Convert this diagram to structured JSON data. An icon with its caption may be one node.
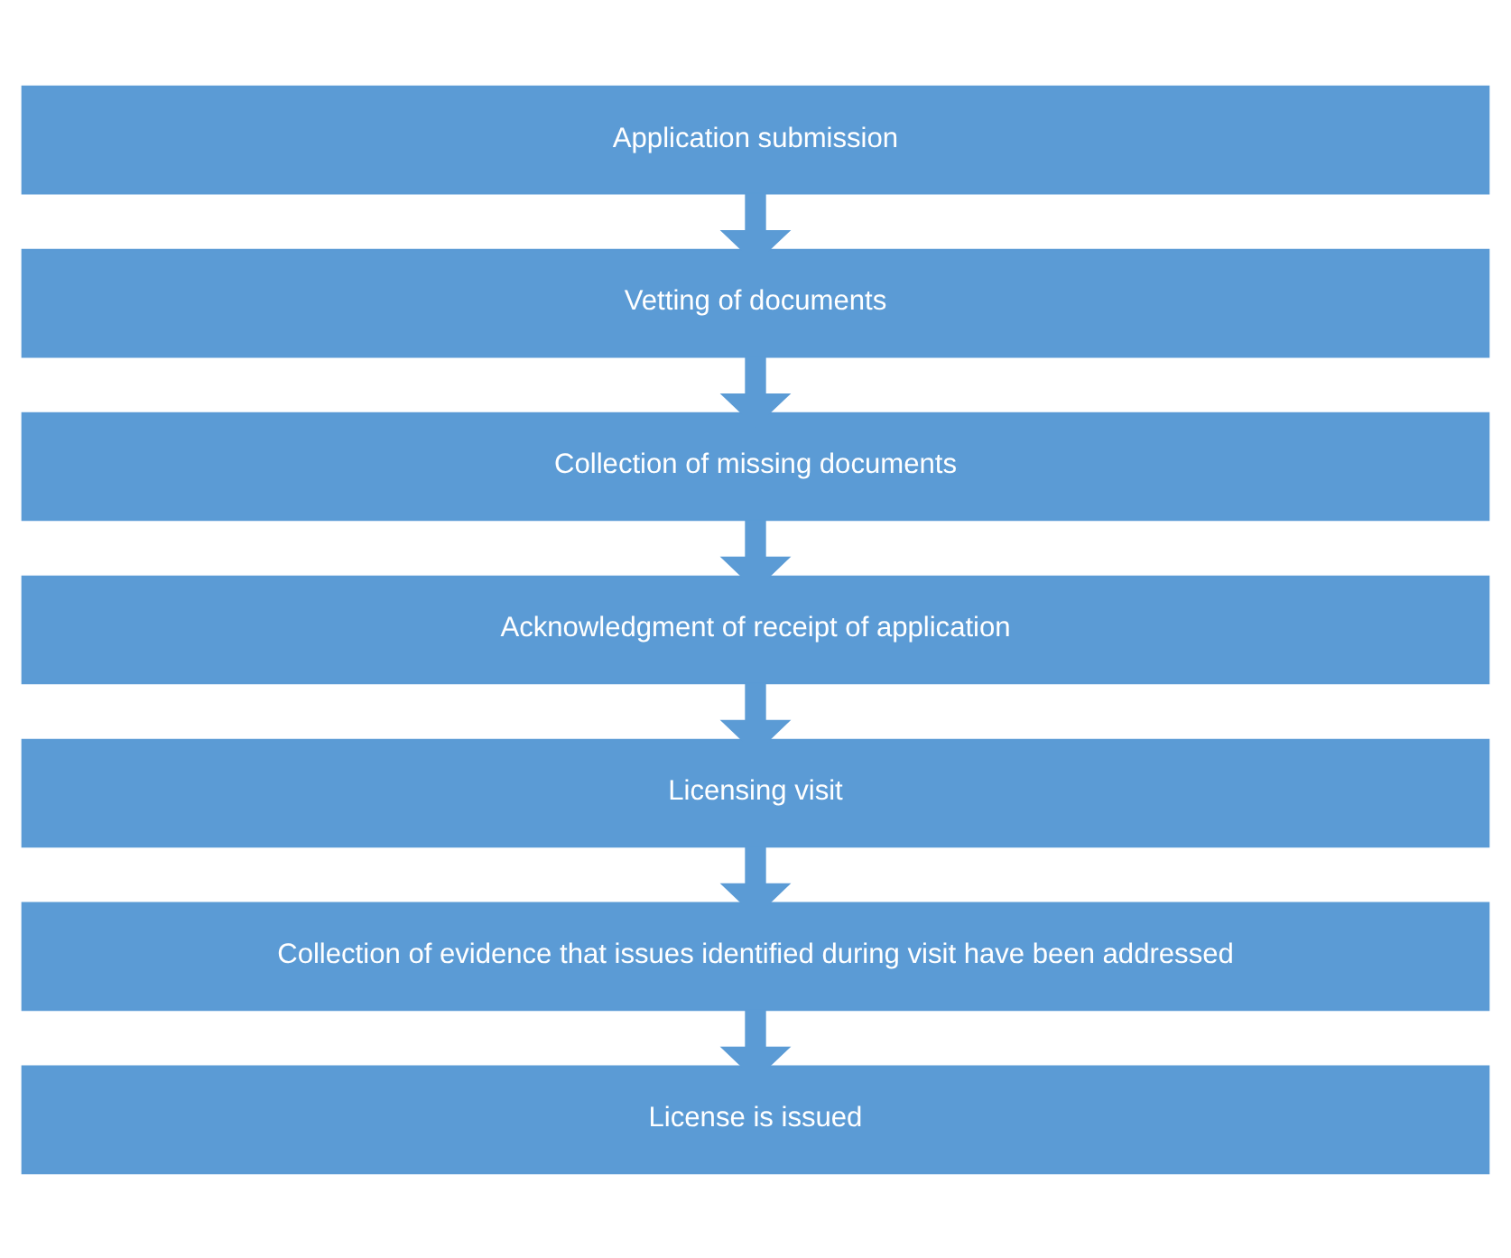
{
  "diagram": {
    "nodes": [
      {
        "text": [
          "Application submission"
        ]
      },
      {
        "text": [
          "Vetting of documents"
        ]
      },
      {
        "text": [
          "Collection of missing documents"
        ]
      },
      {
        "text": [
          "Acknowledgment of receipt of application"
        ]
      },
      {
        "text": [
          "Licensing visit"
        ]
      },
      {
        "text": [
          "Collection of evidence that issues identified during visit have been addressed"
        ]
      },
      {
        "text": [
          "License is issued"
        ]
      }
    ],
    "edges": [
      {
        "from": 0,
        "to": 1,
        "arrow": "to"
      },
      {
        "from": 1,
        "to": 2,
        "arrow": "to"
      },
      {
        "from": 2,
        "to": 3,
        "arrow": "to"
      },
      {
        "from": 3,
        "to": 4,
        "arrow": "to"
      },
      {
        "from": 4,
        "to": 5,
        "arrow": "to"
      },
      {
        "from": 5,
        "to": 6,
        "arrow": "to"
      }
    ]
  }
}
